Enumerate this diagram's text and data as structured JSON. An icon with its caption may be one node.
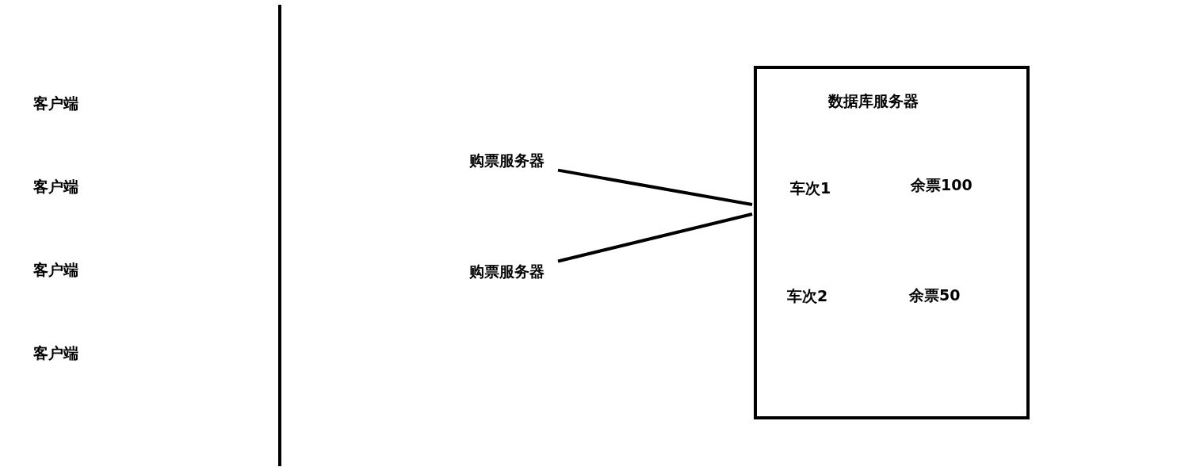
{
  "diagram": {
    "nodes": [
      {
        "text": [
          "客户端"
        ]
      },
      {
        "text": [
          "客户端"
        ]
      },
      {
        "text": [
          "客户端"
        ]
      },
      {
        "text": [
          "客户端"
        ]
      },
      {
        "text": [
          "购票服务器"
        ]
      },
      {
        "text": [
          "购票服务器"
        ]
      },
      {
        "text": [
          "数据库服务器",
          "车次1",
          "余票100",
          "车次2",
          "余票50"
        ]
      }
    ],
    "edges": [
      {
        "from": 4,
        "to": 6,
        "arrow": "none"
      },
      {
        "from": 5,
        "to": 6,
        "arrow": "none"
      }
    ]
  }
}
